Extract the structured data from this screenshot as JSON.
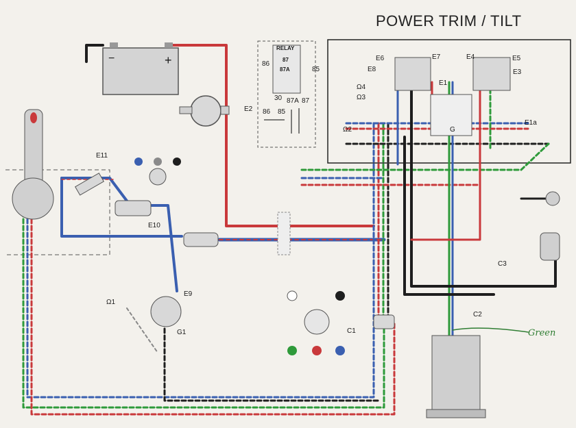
{
  "title": "POWER TRIM / TILT",
  "colors": {
    "red": "#c9393b",
    "blue": "#3a5fb0",
    "green": "#2e9a3a",
    "black": "#1e1e1e",
    "component": "#cfcfcf",
    "handwriting": "#2e7d32"
  },
  "relay": {
    "title": "RELAY",
    "pins_upper": [
      "86",
      "87",
      "87A",
      "85"
    ],
    "pin_30": "30",
    "pins_lower": [
      "86",
      "85",
      "87A",
      "87"
    ]
  },
  "battery": {
    "plus": "+",
    "minus": "−"
  },
  "connector_labels": {
    "E1": "E1",
    "E1a": "E1a",
    "E2": "E2",
    "E3": "E3",
    "E4": "E4",
    "E5": "E5",
    "E6": "E6",
    "E7": "E7",
    "E8": "E8",
    "E9": "E9",
    "E10": "E10",
    "E11": "E11",
    "C1": "C1",
    "C2": "C2",
    "C3": "C3",
    "G": "G",
    "G1": "G1",
    "O1": "Ω1",
    "O2": "Ω2",
    "O3": "Ω3",
    "O4": "Ω4"
  },
  "handwritten_note": "Green"
}
